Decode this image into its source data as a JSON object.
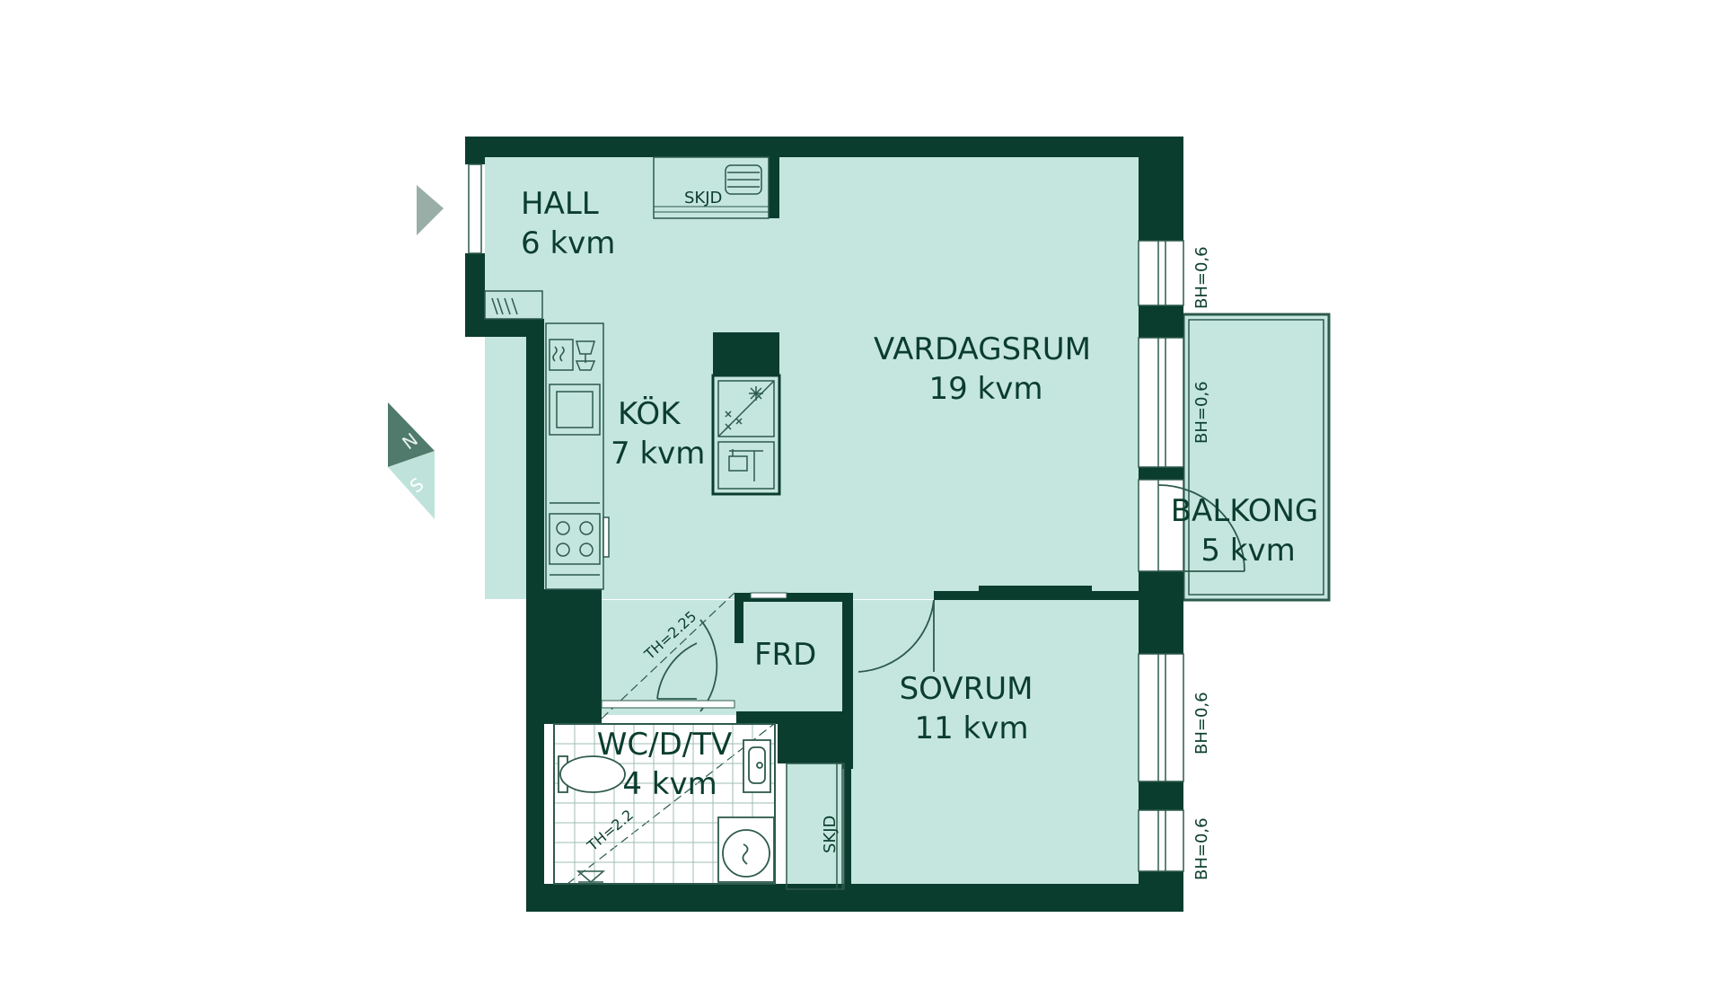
{
  "colors": {
    "wall": "#0a3d2e",
    "floor": "#c5e6de",
    "line": "#2d5a4c",
    "entry_arrow": "#9aaea8",
    "compass_north": "#4f7a6c",
    "compass_south": "#bfe3da"
  },
  "rooms": {
    "hall": {
      "name": "HALL",
      "area": "6 kvm"
    },
    "kok": {
      "name": "KÖK",
      "area": "7 kvm"
    },
    "vardagsrum": {
      "name": "VARDAGSRUM",
      "area": "19 kvm"
    },
    "balkong": {
      "name": "BALKONG",
      "area": "5 kvm"
    },
    "frd": {
      "name": "FRD"
    },
    "sovrum": {
      "name": "SOVRUM",
      "area": "11 kvm"
    },
    "wc": {
      "name": "WC/D/TV",
      "area": "4 kvm"
    }
  },
  "storage": {
    "hall_wardrobe": "SKJD",
    "bedroom_wardrobe": "SKJD"
  },
  "window_labels": [
    "BH=0,6",
    "BH=0,6",
    "BH=0,6",
    "BH=0,6"
  ],
  "height_labels": {
    "hall_ceiling": "TH=2.25",
    "wc_ceiling": "TH=2.2"
  },
  "compass": {
    "north": "N",
    "south": "S"
  },
  "icons": [
    "entry-arrow-icon",
    "compass-icon",
    "hob-icon",
    "sink-icon",
    "dishwasher-icon",
    "toilet-icon",
    "washbasin-icon",
    "washing-machine-icon",
    "floor-drain-icon",
    "radiator-icon",
    "fridge-icon",
    "oven-icon"
  ]
}
